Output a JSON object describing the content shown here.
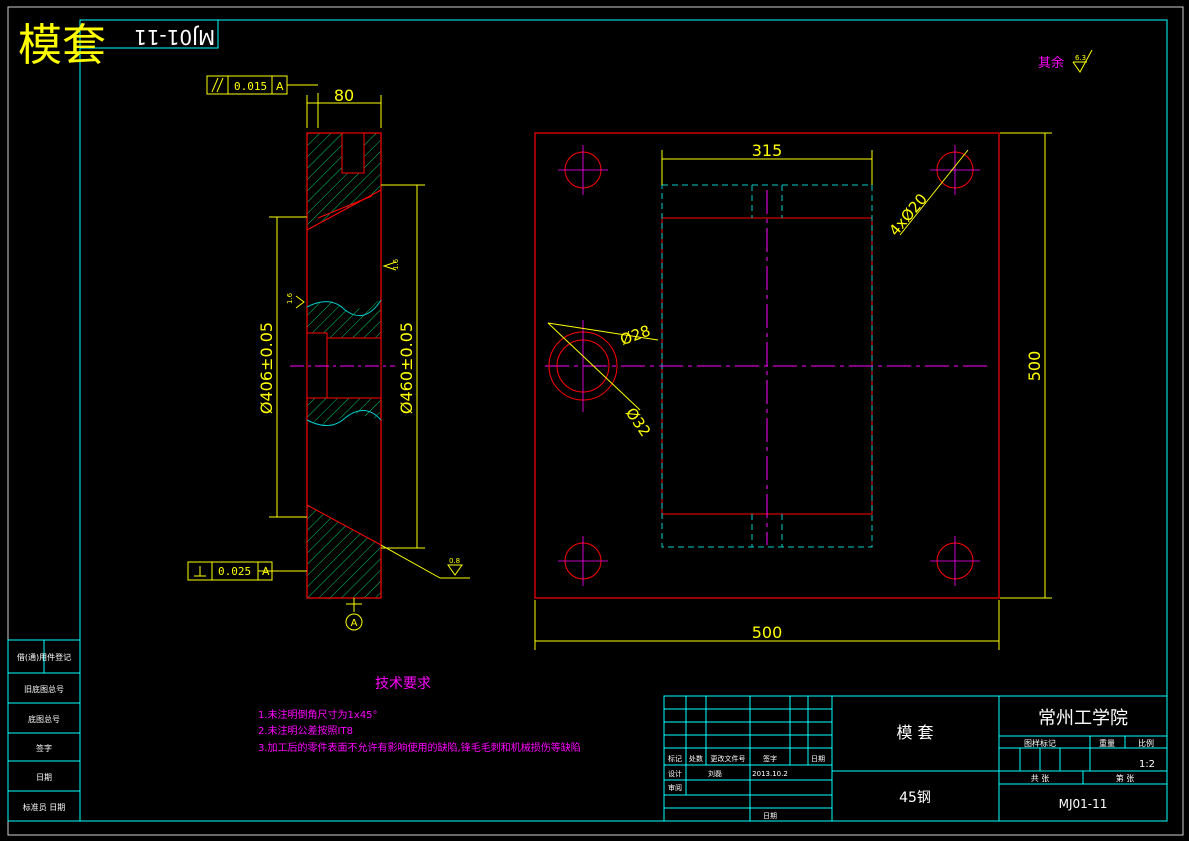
{
  "title_overlay": "模套",
  "mirrored_code": "MJ01-11",
  "colors": {
    "background": "#000000",
    "border": "#00ffff",
    "outline": "#ff0000",
    "dimension": "#ffff00",
    "centerline": "#ff00ff",
    "hatch": "#00cc66",
    "hidden": "#00cccc",
    "tech_text": "#ff00ff",
    "white_text": "#ffffff"
  },
  "roughness": {
    "rest_label": "其余",
    "rest_value": "6.3",
    "value_1_6": "1.6",
    "value_1_6b": "1.6",
    "value_0_8": "0.8"
  },
  "tolerances": {
    "parallel_value": "0.015",
    "parallel_datum": "A",
    "perp_value": "0.025",
    "perp_datum": "A",
    "datum_label": "A"
  },
  "dimensions": {
    "thickness": "80",
    "inner_dia": "Ø406±0.05",
    "outer_dia": "Ø460±0.05",
    "slot_width": "315",
    "holes": "4xØ20",
    "bore_small": "Ø28",
    "bore_large": "Ø32",
    "plate_height": "500",
    "plate_width": "500"
  },
  "tech_requirements": {
    "heading": "技术要求",
    "items": [
      "1.未注明倒角尺寸为1x45°",
      "2.未注明公差按照IT8",
      "3.加工后的零件表面不允许有影响使用的缺陷,锋毛毛刺和机械损伤等缺陷"
    ]
  },
  "left_panel": {
    "rows": [
      "借(通)用件登记",
      "旧底图总号",
      "底图总号",
      "签字",
      "日期",
      "标准员 日期"
    ]
  },
  "title_block": {
    "school": "常州工学院",
    "part_name": "模 套",
    "material": "45钢",
    "drawing_no": "MJ01-11",
    "scale_value": "1:2",
    "headers_scale": [
      "图样标记",
      "重量",
      "比例"
    ],
    "sheet_row": [
      "共 张",
      "第 张"
    ],
    "rev_row": [
      "标记",
      "处数",
      "更改文件号",
      "签字",
      "日期"
    ],
    "design_row": [
      "设计",
      "刘磊",
      "2013.10.2"
    ],
    "review_label": "审阅",
    "date_label": "日期"
  }
}
